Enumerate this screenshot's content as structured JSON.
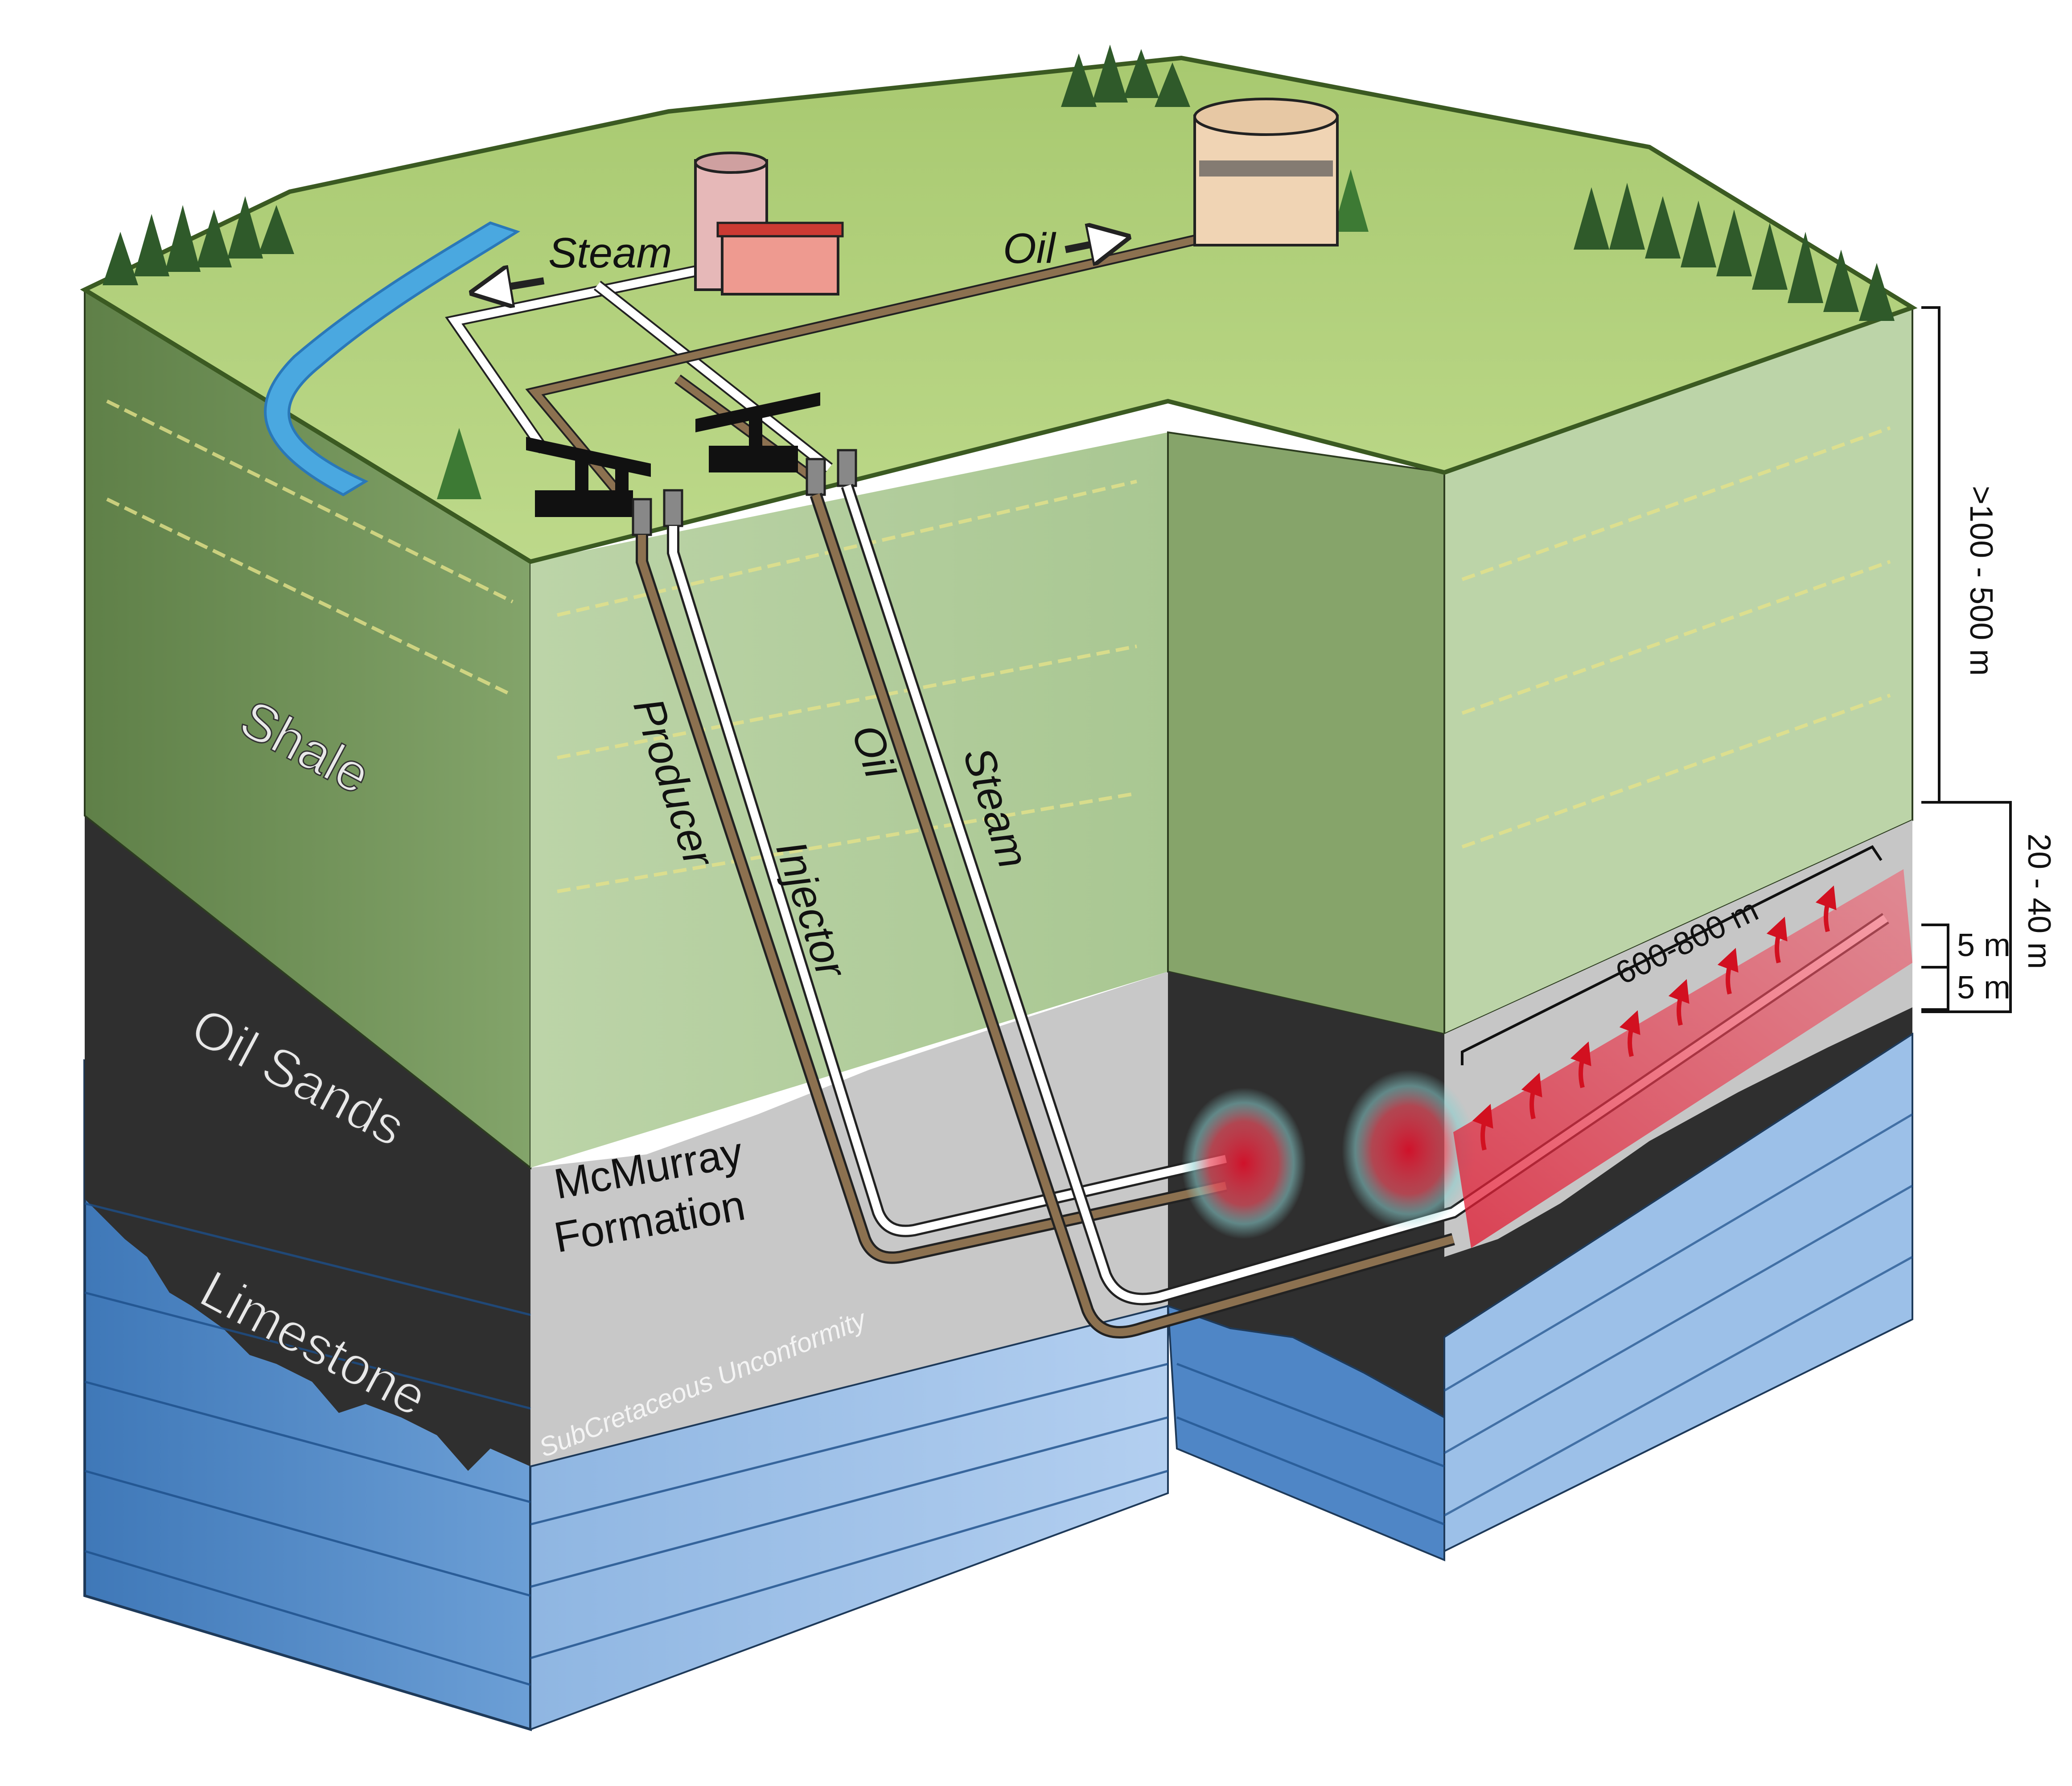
{
  "layers": {
    "shale": "Shale",
    "oil_sands": "Oil Sands",
    "limestone": "Limestone",
    "mcmurray_line1": "McMurray",
    "mcmurray_line2": "Formation",
    "unconformity": "SubCretaceous Unconformity"
  },
  "wells": {
    "producer": "Producer",
    "injector": "Injector",
    "oil": "Oil",
    "steam": "Steam"
  },
  "surface": {
    "steam": "Steam",
    "oil": "Oil"
  },
  "dimensions": {
    "overburden": ">100 - 500 m",
    "pay_zone": "20 - 40 m",
    "gap_upper": "5 m",
    "gap_lower": "5 m",
    "horizontal_length": "600-800 m"
  },
  "colors": {
    "grass": "#a6c86b",
    "shale": "#86a46a",
    "oil_sands": "#3c3c3c",
    "mcmurray": "#c6c6c6",
    "limestone": "#7aa8d8",
    "steam_pipe": "#ffffff",
    "oil_pipe": "#8c7150",
    "heat": "#e03040"
  }
}
